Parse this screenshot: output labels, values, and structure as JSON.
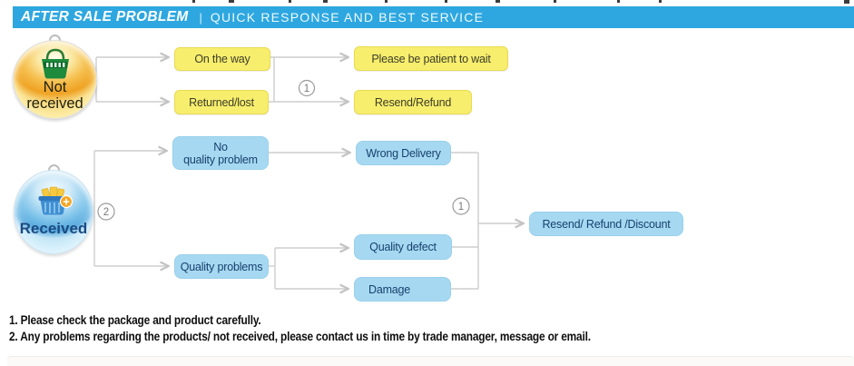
{
  "header": {
    "title": "AFTER SALE PROBLEM",
    "separator": "|",
    "subtitle": "QUICK RESPONSE AND BEST SERVICE"
  },
  "flow": {
    "source_not_received": {
      "line1": "Not",
      "line2": "received"
    },
    "source_received": {
      "label": "Received"
    },
    "boxes": {
      "on_the_way": "On the way",
      "returned_lost": "Returned/lost",
      "please_be_patient": "Please be patient to wait",
      "resend_refund": "Resend/Refund",
      "no_quality_problem_line1": "No",
      "no_quality_problem_line2": "quality problem",
      "wrong_delivery": "Wrong Delivery",
      "quality_problems": "Quality problems",
      "quality_defect": "Quality defect",
      "damage": "Damage",
      "resend_refund_discount": "Resend/ Refund /Discount"
    },
    "markers": {
      "step1_top": "1",
      "step2": "2",
      "step1_right": "1"
    }
  },
  "notes": {
    "line1": "1. Please check the package and product carefully.",
    "line2": "2. Any problems regarding the products/ not received, please contact us in time by trade manager, message or email."
  },
  "colors": {
    "header_bg": "#2ea7e0",
    "yellow_box_fill": "#f7ee6e",
    "blue_box_fill": "#a6d9f1",
    "connector_gray": "#cdcdcd",
    "orange_ball": "#efa223",
    "blue_ball": "#54a8dd",
    "note_text": "#0e0e0e"
  }
}
